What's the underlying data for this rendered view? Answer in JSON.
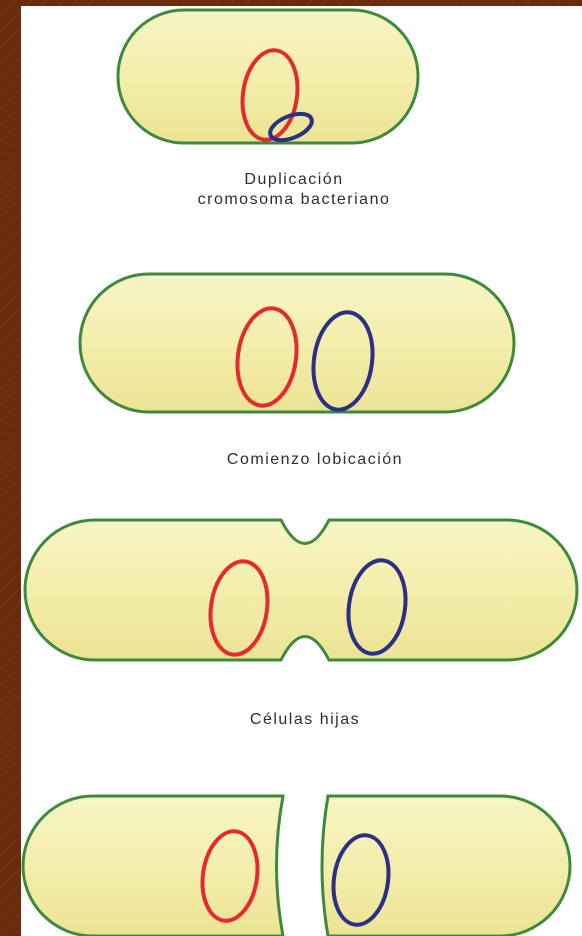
{
  "labels": {
    "stage1_line1": "Duplicación",
    "stage1_line2": "cromosoma bacteriano",
    "stage2": "Comienzo lobicación",
    "stage3": "Células hijas"
  },
  "colors": {
    "background": "#6a2a0c",
    "cell_fill": "#f4f0b0",
    "cell_outline": "#3e8a3c",
    "chromosome_red": "#e42a2e",
    "chromosome_blue": "#2b2f86"
  }
}
